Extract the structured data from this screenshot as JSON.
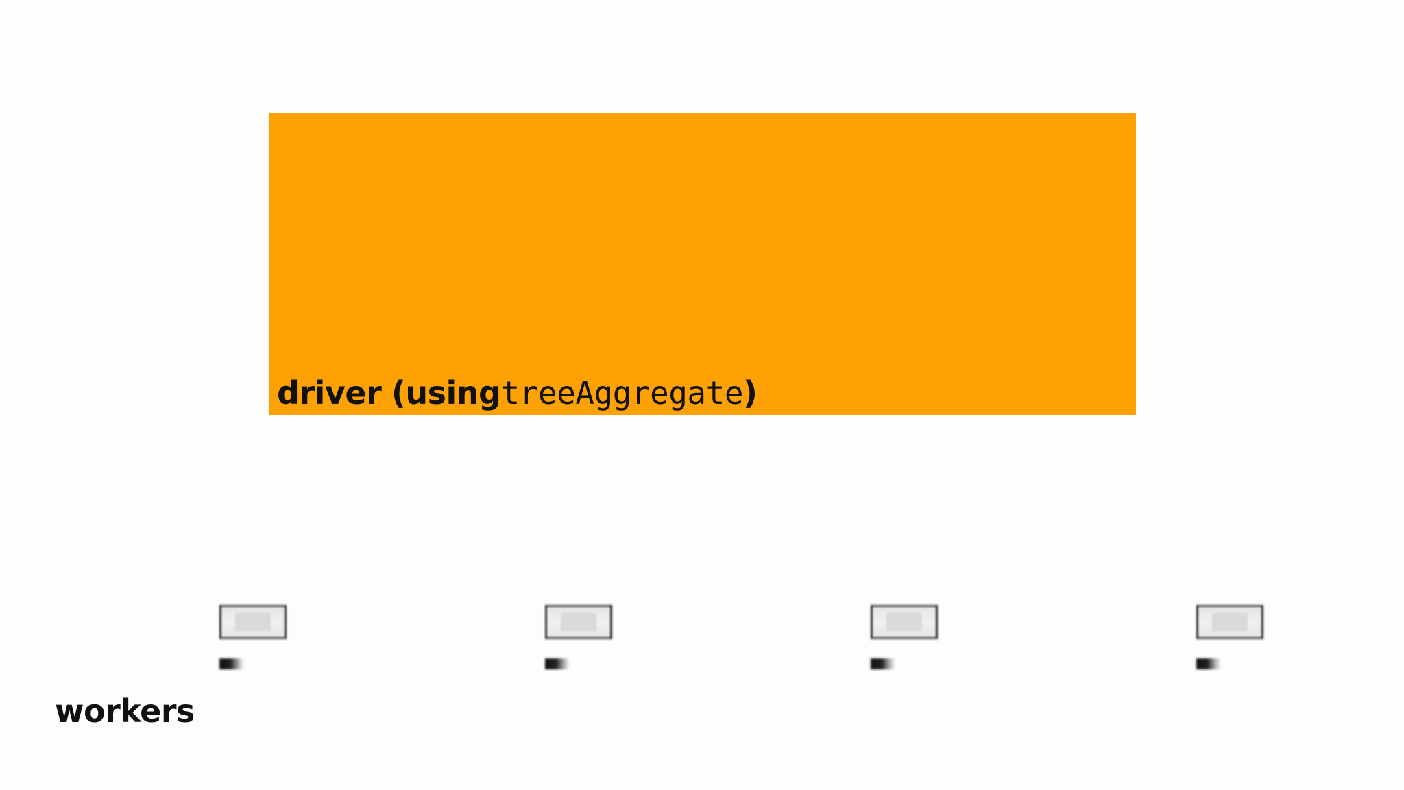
{
  "driver": {
    "name": "driver",
    "open_paren": "(using",
    "function": "treeAggregate",
    "close_paren": ")",
    "color": "#fda104"
  },
  "workers": {
    "label": "workers",
    "count": 4
  }
}
